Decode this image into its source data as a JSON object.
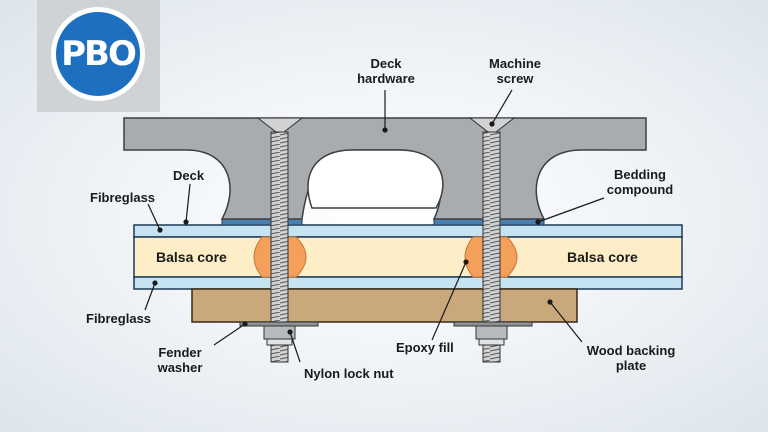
{
  "logo": {
    "text": "PBO"
  },
  "labels": {
    "deck_hardware": "Deck\nhardware",
    "machine_screw": "Machine\nscrew",
    "deck": "Deck",
    "fibreglass_top": "Fibreglass",
    "bedding_compound": "Bedding\ncompound",
    "balsa_core_left": "Balsa core",
    "balsa_core_right": "Balsa core",
    "fibreglass_bottom": "Fibreglass",
    "fender_washer": "Fender\nwasher",
    "nylon_lock_nut": "Nylon lock nut",
    "epoxy_fill": "Epoxy fill",
    "wood_backing_plate": "Wood backing\nplate"
  },
  "colors": {
    "hardware": "#a9acaf",
    "fibreglass": "#c6e3f2",
    "balsa": "#fdeec8",
    "epoxy": "#f4a05a",
    "backing": "#c9a97c",
    "bedding": "#4a7fae",
    "screw": "#d0d2d3"
  }
}
